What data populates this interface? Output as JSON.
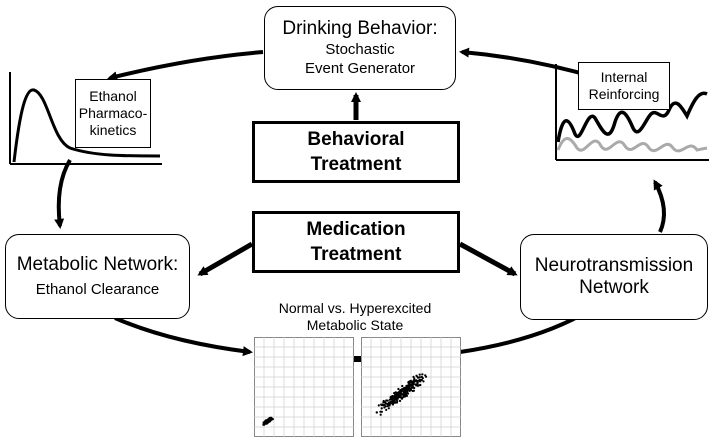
{
  "drinking": {
    "title": "Drinking Behavior:",
    "line1": "Stochastic",
    "line2": "Event Generator"
  },
  "behavioral": {
    "line1": "Behavioral",
    "line2": "Treatment"
  },
  "medication": {
    "line1": "Medication",
    "line2": "Treatment"
  },
  "metabolic": {
    "title": "Metabolic Network:",
    "sub": "Ethanol Clearance"
  },
  "neuro": {
    "line1": "Neurotransmission",
    "line2": "Network"
  },
  "pk_inset": {
    "line1": "Ethanol",
    "line2": "Pharmaco-",
    "line3": "kinetics"
  },
  "reinforcing_inset": {
    "line1": "Internal",
    "line2": "Reinforcing"
  },
  "scatter_caption": {
    "line1": "Normal vs. Hyperexcited",
    "line2": "Metabolic State"
  }
}
